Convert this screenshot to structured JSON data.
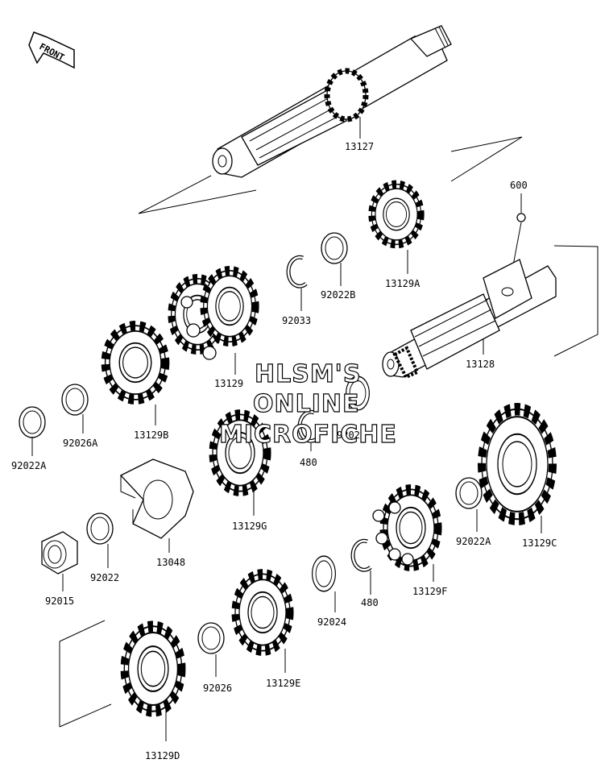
{
  "front_label": "FRONT",
  "watermark": [
    "HLSM'S",
    "ONLINE",
    "MICROFICHE"
  ],
  "parts": {
    "p13127": "13127",
    "p600": "600",
    "p13129A": "13129A",
    "p92022B": "92022B",
    "p92033": "92033",
    "p13128": "13128",
    "p13129": "13129",
    "p13129B": "13129B",
    "p92026A": "92026A",
    "p92022A_left": "92022A",
    "p92024_top": "92024",
    "p480_top": "480",
    "p13129G": "13129G",
    "p13048": "13048",
    "p92022": "92022",
    "p92015": "92015",
    "p92022A_right": "92022A",
    "p13129C": "13129C",
    "p13129F": "13129F",
    "p480_bottom": "480",
    "p92024_bottom": "92024",
    "p92026": "92026",
    "p13129E": "13129E",
    "p13129D": "13129D"
  }
}
